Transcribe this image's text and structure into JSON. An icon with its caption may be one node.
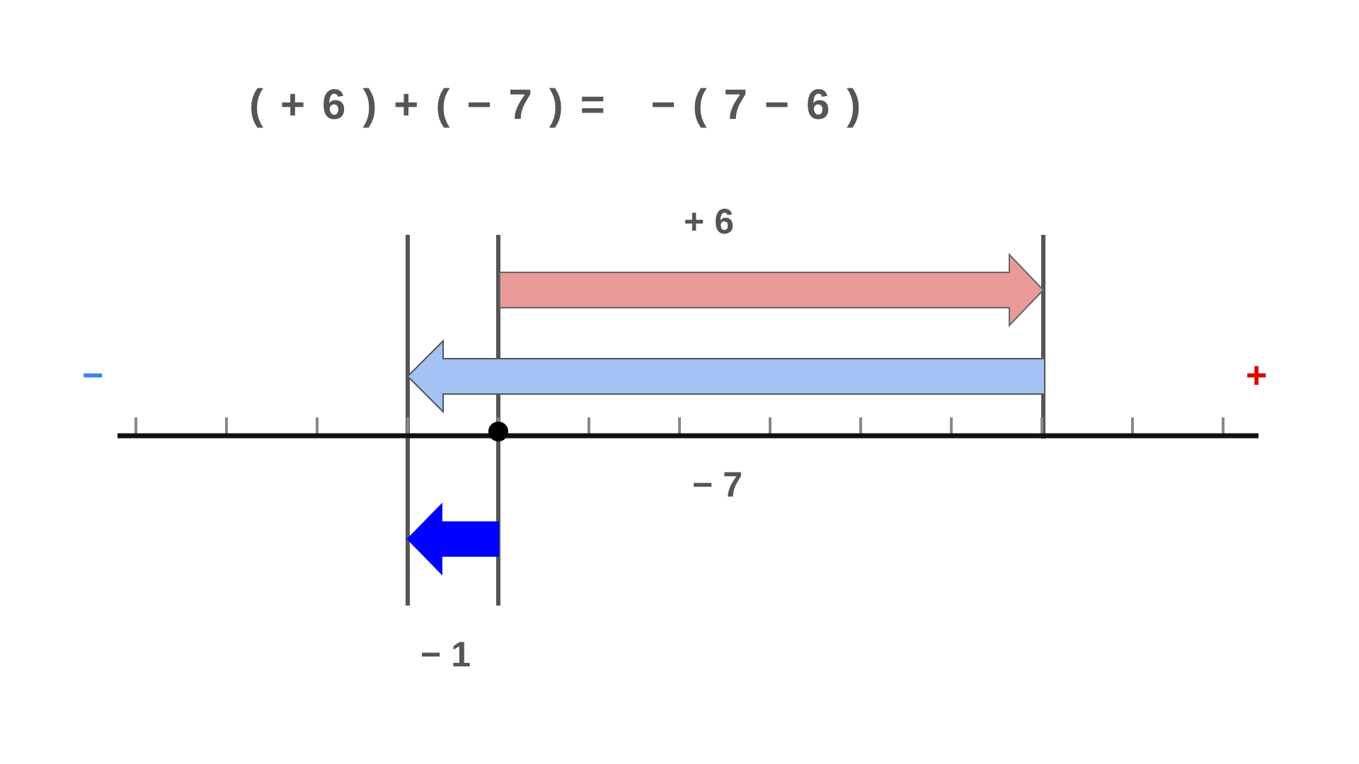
{
  "diagram": {
    "title": "(+6)+(−7)= −(7−6)",
    "labels": [
      "+6",
      "−",
      "+",
      "−7",
      "−1"
    ]
  }
}
